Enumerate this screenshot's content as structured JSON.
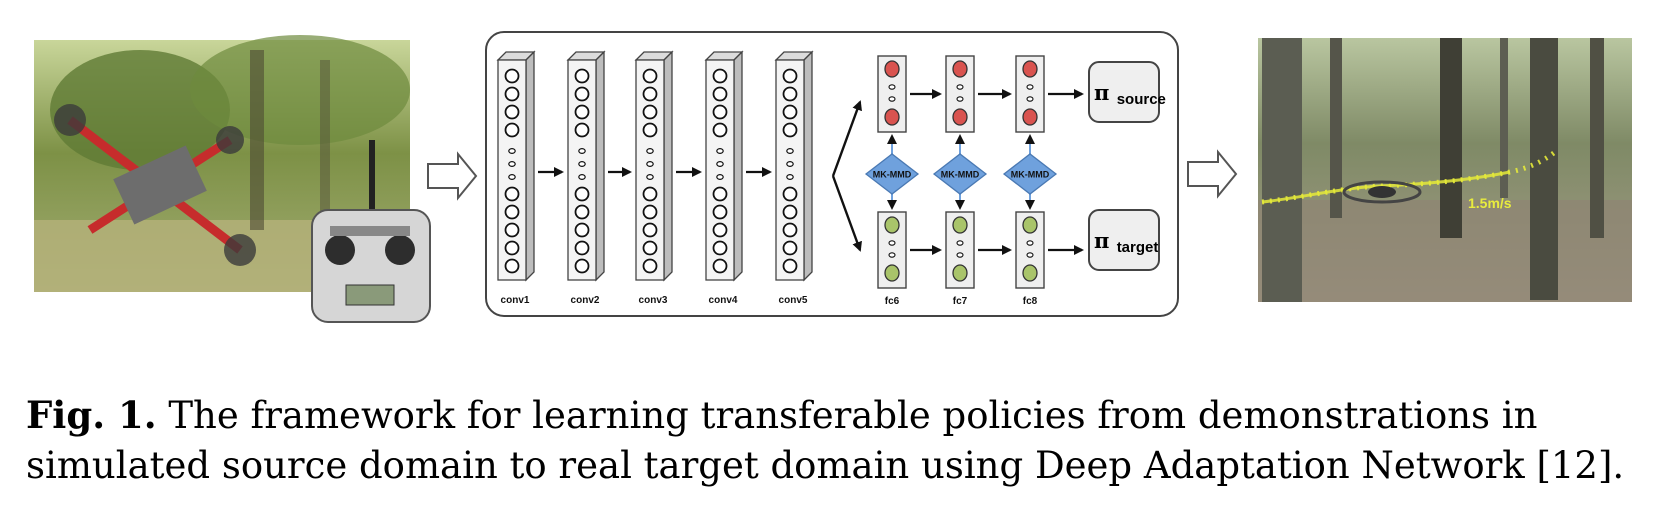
{
  "diagram": {
    "conv_layers": [
      "conv1",
      "conv2",
      "conv3",
      "conv4",
      "conv5"
    ],
    "fc_layers": [
      "fc6",
      "fc7",
      "fc8"
    ],
    "mmd_label": "MK-MMD",
    "policy_source": {
      "symbol": "π",
      "subscript": "source"
    },
    "policy_target": {
      "symbol": "π",
      "subscript": "target"
    },
    "speed_label": "1.5m/s",
    "colors": {
      "source_node": "#d9534f",
      "target_node": "#a9c46a",
      "mmd_diamond": "#6fa1dd",
      "layer_face": "#f4f4f4"
    }
  },
  "caption": {
    "label": "Fig. 1.",
    "text": " The framework for learning transferable policies from demonstrations in simulated source domain to real target domain using Deep Adaptation Network [12]."
  }
}
